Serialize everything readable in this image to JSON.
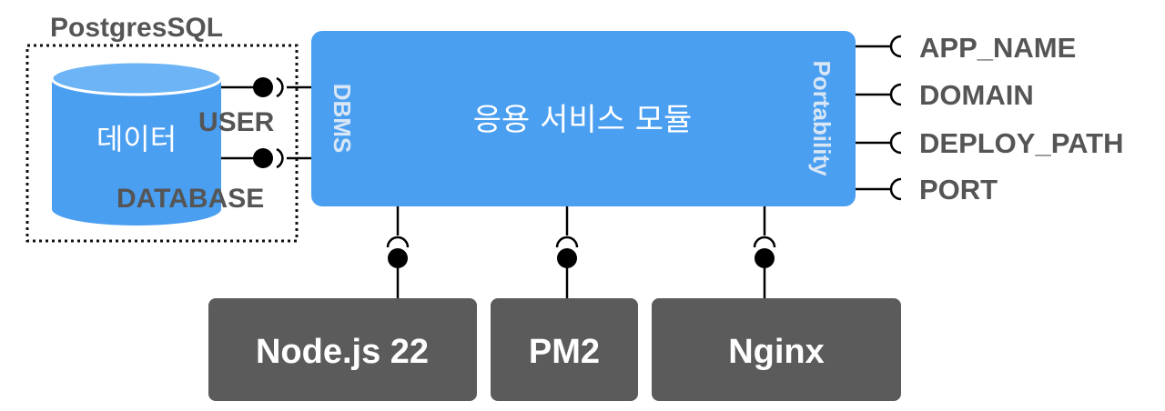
{
  "container": {
    "label": "PostgresSQL"
  },
  "database": {
    "label": "데이터",
    "ports": [
      "USER",
      "DATABASE"
    ]
  },
  "module": {
    "title": "응용 서비스 모듈",
    "left_interface": "DBMS",
    "right_interface": "Portability"
  },
  "config_params": [
    "APP_NAME",
    "DOMAIN",
    "DEPLOY_PATH",
    "PORT"
  ],
  "runtimes": [
    "Node.js 22",
    "PM2",
    "Nginx"
  ],
  "colors": {
    "module_blue": "#4a9ff1",
    "cylinder_blue": "#4a9ff1",
    "cylinder_top": "#5fadf3",
    "runtime_gray": "#5b5b5b",
    "label_gray": "#555555",
    "vertical_text": "#d8e6f5",
    "line": "#000000"
  }
}
